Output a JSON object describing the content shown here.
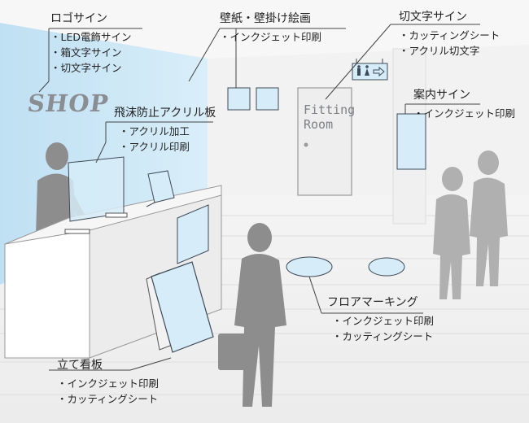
{
  "logo": {
    "text": "SHOP"
  },
  "door": {
    "line1": "Fitting",
    "line2": "Room"
  },
  "callouts": {
    "logo_sign": {
      "title": "ロゴサイン",
      "items": [
        "・LED電飾サイン",
        "・箱文字サイン",
        "・切文字サイン"
      ]
    },
    "wall": {
      "title": "壁紙・壁掛け絵画",
      "items": [
        "・インクジェット印刷"
      ]
    },
    "cut_letter": {
      "title": "切文字サイン",
      "items": [
        "・カッティングシート",
        "・アクリル切文字"
      ]
    },
    "splash_guard": {
      "title": "飛沫防止アクリル板",
      "items": [
        "・アクリル加工",
        "・アクリル印刷"
      ]
    },
    "guide_sign": {
      "title": "案内サイン",
      "items": [
        "・インクジェット印刷"
      ]
    },
    "floor": {
      "title": "フロアマーキング",
      "items": [
        "・インクジェット印刷",
        "・カッティングシート"
      ]
    },
    "stand": {
      "title": "立て看板",
      "items": [
        "・インクジェット印刷",
        "・カッティングシート"
      ]
    }
  },
  "colors": {
    "sign_fill": "#d6ecf8",
    "sign_stroke": "#3d4a57",
    "wall_blue": "#bfe0f3",
    "silhouette": "#8d8d8d"
  }
}
